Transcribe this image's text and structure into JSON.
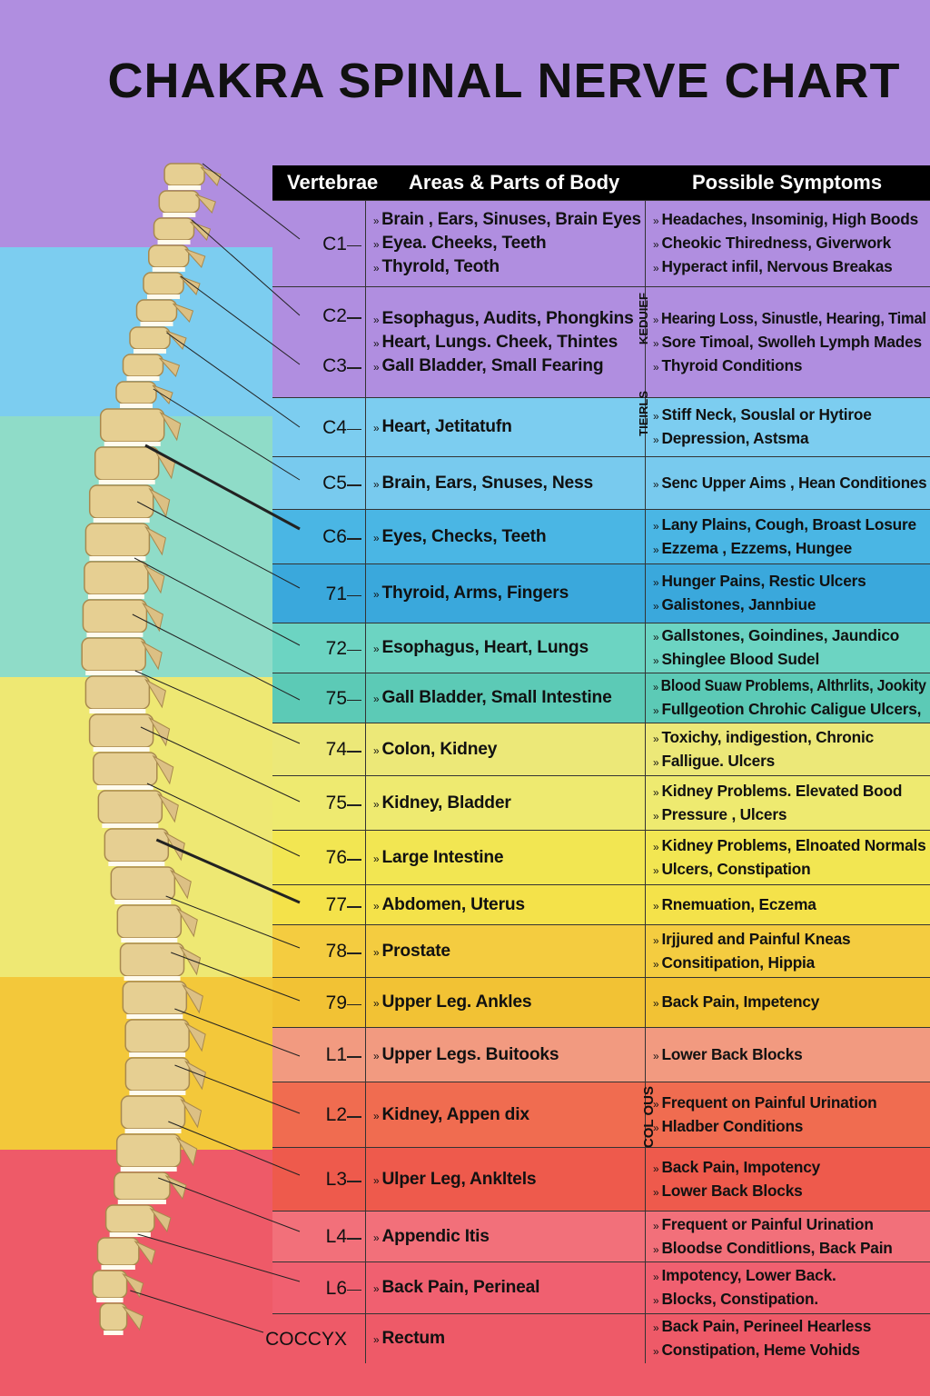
{
  "title": "CHAKRA SPINAL NERVE CHART",
  "header": {
    "vertebrae": "Vertebrae",
    "areas": "Areas & Parts of Body",
    "symptoms": "Possible Symptoms"
  },
  "colors": {
    "purple": "#b08ee0",
    "light_blue": "#7ccdf0",
    "blue": "#44b2e2",
    "teal": "#68d2bc",
    "yellow": "#eee873",
    "gold": "#f3c83a",
    "salmon": "#f29a80",
    "red": "#ef6250",
    "pink": "#f06c78"
  },
  "side_labels": [
    "KEDUIEF",
    "TIEIRLS",
    "COL OUS"
  ],
  "rows": [
    {
      "labels": [
        "C1"
      ],
      "color": "#b08ee0",
      "areas": [
        "Brain , Ears, Sinuses, Brain Eyes",
        "Eyea. Cheeks, Teeth",
        "Thyrold, Teoth"
      ],
      "symptoms": [
        "Headaches, Insominig, High Boods",
        "Cheokic Thiredness, Giverwork",
        "Hyperact infil, Nervous Breakas"
      ]
    },
    {
      "labels": [
        "C2",
        "C3"
      ],
      "color": "#b08ee0",
      "areas": [
        "Esophagus, Audits, Phongkins",
        "Heart, Lungs. Cheek, Thintes",
        "Gall Bladder, Small Fearing"
      ],
      "symptoms": [
        "Hearing Loss, Sinustle, Hearing, Timal",
        "Sore Timoal, Swolleh Lymph Mades",
        "Thyroid Conditions"
      ]
    },
    {
      "labels": [
        "C4"
      ],
      "color": "#7ccdf0",
      "areas": [
        "Heart, Jetitatufn"
      ],
      "symptoms": [
        "Stiff Neck, Souslal or Hytiroe",
        "Depression, Astsma"
      ]
    },
    {
      "labels": [
        "C5"
      ],
      "color": "#78caee",
      "areas": [
        "Brain, Ears, Snuses, Ness"
      ],
      "symptoms": [
        "Senc Upper Aims , Hean Conditiones"
      ]
    },
    {
      "labels": [
        "C6"
      ],
      "color": "#4ab6e4",
      "areas": [
        "Eyes, Checks, Teeth"
      ],
      "symptoms": [
        "Lany Plains, Cough, Broast Losure",
        "Ezzema , Ezzems, Hungee"
      ]
    },
    {
      "labels": [
        "71"
      ],
      "color": "#3aa8dc",
      "areas": [
        "Thyroid, Arms, Fingers"
      ],
      "symptoms": [
        "Hunger Pains, Restic Ulcers",
        "Galistones, Jannbiue"
      ]
    },
    {
      "labels": [
        "72"
      ],
      "color": "#6cd4c2",
      "areas": [
        "Esophagus, Heart, Lungs"
      ],
      "symptoms": [
        "Gallstones, Goindines, Jaundico",
        "Shinglee Blood Sudel"
      ]
    },
    {
      "labels": [
        "75"
      ],
      "color": "#5ccab6",
      "areas": [
        "Gall Bladder, Small Intestine"
      ],
      "symptoms": [
        "Blood Suaw Problems, Althrlits, Jookity",
        "Fullgeotion Chrohic Caligue Ulcers,"
      ]
    },
    {
      "labels": [
        "74"
      ],
      "color": "#ece878",
      "areas": [
        "Colon, Kidney"
      ],
      "symptoms": [
        "Toxichy, indigestion, Chronic",
        "Falligue. Ulcers"
      ]
    },
    {
      "labels": [
        "75"
      ],
      "color": "#eeea70",
      "areas": [
        "Kidney, Bladder"
      ],
      "symptoms": [
        "Kidney Problems. Elevated Bood",
        "Pressure , Ulcers"
      ]
    },
    {
      "labels": [
        "76"
      ],
      "color": "#f2e652",
      "areas": [
        "Large Intestine"
      ],
      "symptoms": [
        "Kidney Problems, Elnoated Normals",
        "Ulcers, Constipation"
      ]
    },
    {
      "labels": [
        "77"
      ],
      "color": "#f4e24a",
      "areas": [
        "Abdomen, Uterus"
      ],
      "symptoms": [
        "Rnemuation, Eczema"
      ]
    },
    {
      "labels": [
        "78"
      ],
      "color": "#f4cc40",
      "areas": [
        "Prostate"
      ],
      "symptoms": [
        "Irjjured and Painful Kneas",
        "Consitipation, Hippia"
      ]
    },
    {
      "labels": [
        "79"
      ],
      "color": "#f2c234",
      "areas": [
        "Upper Leg. Ankles"
      ],
      "symptoms": [
        "Back Pain, Impetency"
      ]
    },
    {
      "labels": [
        "L1"
      ],
      "color": "#f29a80",
      "areas": [
        "Upper Legs. Buitooks"
      ],
      "symptoms": [
        "Lower Back Blocks"
      ]
    },
    {
      "labels": [
        "L2"
      ],
      "color": "#f06c50",
      "areas": [
        "Kidney, Appen dix"
      ],
      "symptoms": [
        "Frequent on Painful Urination",
        "Hladber Conditions"
      ]
    },
    {
      "labels": [
        "L3"
      ],
      "color": "#ee5a4c",
      "areas": [
        "Ulper Leg, Ankltels"
      ],
      "symptoms": [
        "Back Pain, Impotency",
        "Lower Back Blocks"
      ]
    },
    {
      "labels": [
        "L4"
      ],
      "color": "#f2707a",
      "areas": [
        "Appendic Itis"
      ],
      "symptoms": [
        "Frequent or Painful Urination",
        "Bloodse Conditlions, Back Pain"
      ]
    },
    {
      "labels": [
        "L6"
      ],
      "color": "#f06070",
      "areas": [
        "Back Pain, Perineal"
      ],
      "symptoms": [
        "Impotency, Lower Back.",
        "Blocks, Constipation."
      ]
    },
    {
      "labels": [
        "COCCYX"
      ],
      "color": "#ee5a68",
      "areas": [
        "Rectum"
      ],
      "symptoms": [
        "Back Pain, Perineel Hearless",
        "Constipation, Heme Vohids"
      ]
    }
  ]
}
